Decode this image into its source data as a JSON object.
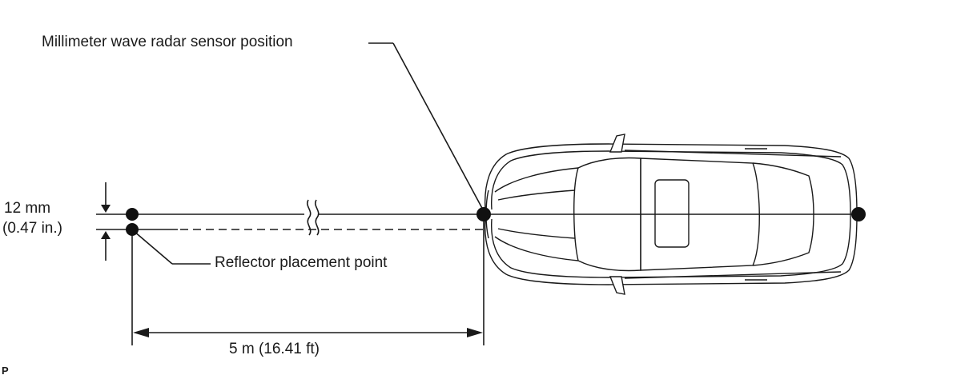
{
  "labels": {
    "sensor_position": "Millimeter wave radar sensor position",
    "offset_mm": "12 mm",
    "offset_in": "(0.47 in.)",
    "reflector_point": "Reflector placement point",
    "distance": "5 m (16.41 ft)",
    "figure_code": "P"
  },
  "colors": {
    "ink": "#1a1a1a",
    "background": "#ffffff"
  },
  "icons": {
    "vehicle": "car-top-view-icon",
    "point": "filled-dot-icon",
    "break": "axis-break-icon"
  }
}
